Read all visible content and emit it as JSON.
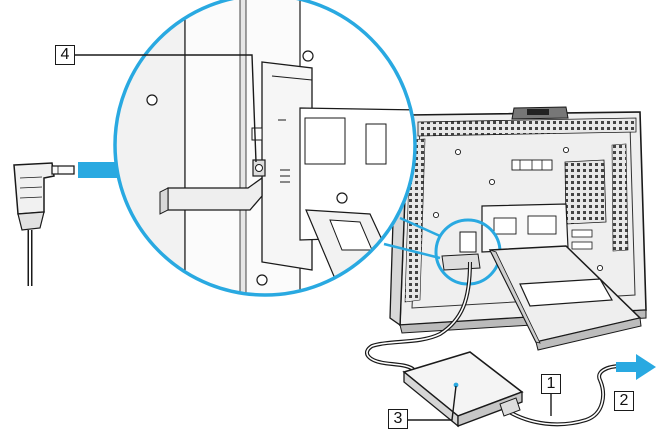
{
  "callouts": [
    {
      "id": "4",
      "label": "4"
    },
    {
      "id": "3",
      "label": "3"
    },
    {
      "id": "1",
      "label": "1"
    },
    {
      "id": "2",
      "label": "2"
    }
  ],
  "colors": {
    "accent": "#29a9e1",
    "line": "#1a1a1a",
    "panel": "#f4f4f4"
  }
}
